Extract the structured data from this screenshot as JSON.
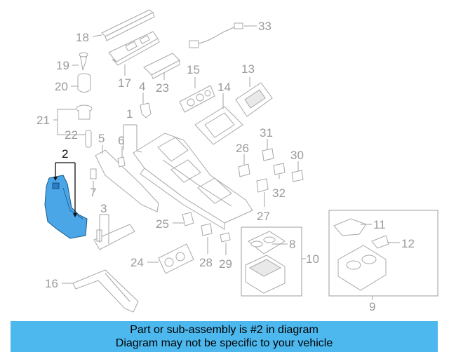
{
  "callouts": [
    "18",
    "33",
    "19",
    "20",
    "17",
    "23",
    "15",
    "13",
    "4",
    "14",
    "21",
    "1",
    "22",
    "5",
    "6",
    "31",
    "2",
    "26",
    "30",
    "7",
    "32",
    "3",
    "27",
    "11",
    "25",
    "8",
    "12",
    "10",
    "24",
    "28",
    "29",
    "16",
    "9"
  ],
  "highlighted_part": "2",
  "colors": {
    "highlight_fill": "#4aa6e6",
    "banner_bg": "#4db8ee",
    "callout_gray": "#9a9a9a"
  },
  "footer": {
    "line1": "Part or sub-assembly is #2 in diagram",
    "line2": "Diagram may not be specific to your vehicle"
  }
}
